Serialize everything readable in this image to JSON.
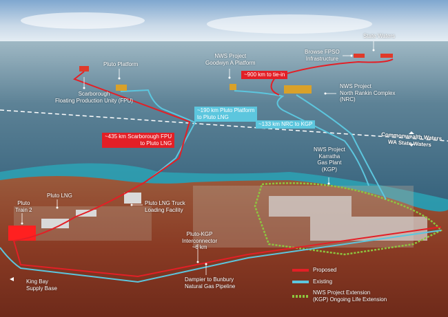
{
  "labels": {
    "state_waters": "State Waters",
    "browse_fpso": [
      "Browse FPSO",
      "Infrastructure"
    ],
    "goodwyn": [
      "NWS Project",
      "Goodwyn A Platform"
    ],
    "pluto_platform": "Pluto Platform",
    "scarborough": [
      "Scarborough",
      "Floating Production Unity (FPU)"
    ],
    "nrc": [
      "NWS Project",
      "North Rankin Complex",
      "(NRC)"
    ],
    "commonwealth_waters": "Commonwealth Waters",
    "wa_state_waters": "WA State Waters",
    "kgp": [
      "NWS Project",
      "Karratha",
      "Gas Plant",
      "(KGP)"
    ],
    "pluto_lng": "Pluto LNG",
    "pluto_train2": [
      "Pluto",
      "Train 2"
    ],
    "truck_loading": [
      "Pluto LNG Truck",
      "Loading Facility"
    ],
    "interconnector": [
      "Pluto-KGP",
      "Interconnector",
      "~6 km"
    ],
    "dbngp": [
      "Dampier to Bunbury",
      "Natural Gas Pipeline"
    ],
    "king_bay": [
      "King Bay",
      "Supply Base"
    ]
  },
  "badges": {
    "tie_in": "~900 km to tie-in",
    "pluto_to_lng": [
      "~190 km Pluto Platform",
      "to Pluto LNG"
    ],
    "nrc_to_kgp": "~133 km NRC to KGP",
    "scarborough_to_lng": [
      "~435 km Scarborough FPU",
      "to Pluto LNG"
    ]
  },
  "legend": {
    "proposed": "Proposed",
    "existing": "Existing",
    "extension": [
      "NWS Project Extension",
      "(KGP) Ongoing Life Extension"
    ]
  },
  "colors": {
    "proposed": "#e31f26",
    "existing": "#5cc6de",
    "extension": "#8dc63f"
  }
}
